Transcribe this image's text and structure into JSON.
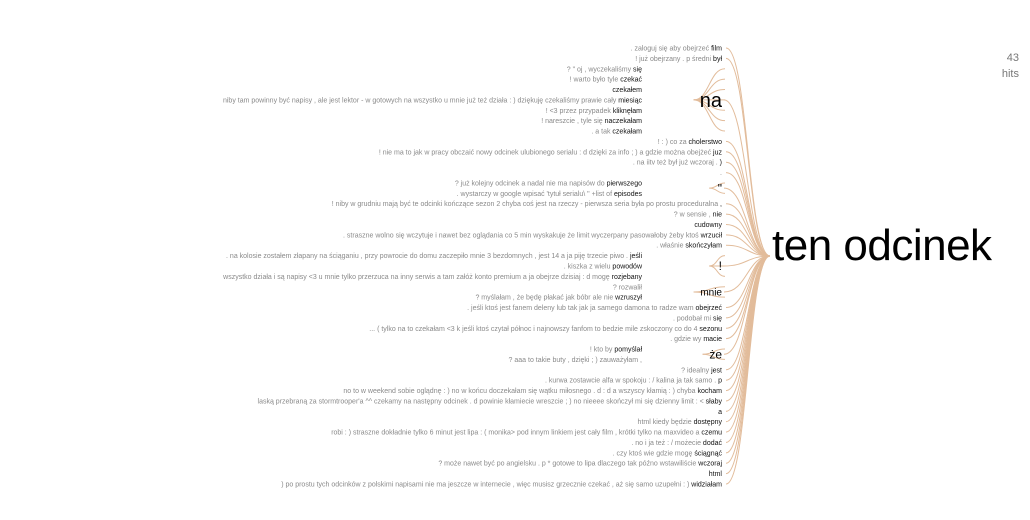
{
  "root": "ten odcinek",
  "hits": {
    "count": "43",
    "label": "hits"
  },
  "colors": {
    "link": "#e2bc9b",
    "root_text": "#000000",
    "context_text": "#8a8a8a",
    "keyword_text": "#111111"
  },
  "branches": [
    {
      "label": "",
      "leaves": [
        {
          "ctx": ". zaloguj się aby obejrzeć",
          "kw": "film"
        }
      ]
    },
    {
      "label": "",
      "leaves": [
        {
          "ctx": "! już obejrzany . p średni",
          "kw": "był"
        }
      ]
    },
    {
      "label": "na",
      "leaves": [
        {
          "ctx": "? \" oj , wyczekaliśmy",
          "kw": "się"
        },
        {
          "ctx": "! warto było tyle",
          "kw": "czekać"
        },
        {
          "ctx": "",
          "kw": "czekałem"
        },
        {
          "ctx": "niby tam powinny być napisy , ale jest lektor - w gotowych na wszystko u mnie już też działa : ) dziękuję czekaliśmy prawie cały",
          "kw": "miesiąc"
        },
        {
          "ctx": "! <3 przez przypadek",
          "kw": "kliknęłam"
        },
        {
          "ctx": "! nareszcie , tyle się",
          "kw": "naczekałam"
        },
        {
          "ctx": ". a tak",
          "kw": "czekałam"
        }
      ]
    },
    {
      "label": "",
      "leaves": [
        {
          "ctx": "! : ) co za",
          "kw": "cholerstwo"
        }
      ]
    },
    {
      "label": "",
      "leaves": [
        {
          "ctx": "! nie ma to jak w pracy obczaić nowy odcinek ulubionego serialu : d dzięki za info ; ) a gdzie można obejżeć",
          "kw": "juz"
        }
      ]
    },
    {
      "label": "",
      "leaves": [
        {
          "ctx": ". na iitv też był już wczoraj .",
          "kw": ")"
        }
      ]
    },
    {
      "label": "",
      "leaves": [
        {
          "ctx": ".",
          "kw": ""
        }
      ]
    },
    {
      "label": "\"",
      "leaves": [
        {
          "ctx": "? już kolejny odcinek a nadal nie ma napisów do",
          "kw": "pierwszego"
        },
        {
          "ctx": ". wystarczy w google wpisać 'tytuł serialu\\ \" +list of",
          "kw": "episodes"
        }
      ]
    },
    {
      "label": "",
      "leaves": [
        {
          "ctx": "! niby w grudniu mają być te odcinki kończące sezon 2 chyba coś jest na rzeczy - pierwsza seria była po prostu proceduralna",
          "kw": ","
        }
      ]
    },
    {
      "label": "",
      "leaves": [
        {
          "ctx": "? w sensie ,",
          "kw": "nie"
        }
      ]
    },
    {
      "label": "",
      "leaves": [
        {
          "ctx": "",
          "kw": "cudowny"
        }
      ]
    },
    {
      "label": "",
      "leaves": [
        {
          "ctx": ". straszne wolno się wczytuje i nawet bez oglądania co 5 min wyskakuje że limit wyczerpany pasowałoby żeby ktoś",
          "kw": "wrzucił"
        }
      ]
    },
    {
      "label": "",
      "leaves": [
        {
          "ctx": ". właśnie",
          "kw": "skończyłam"
        }
      ]
    },
    {
      "label": "!",
      "leaves": [
        {
          "ctx": ". na kolosie zostałem złapany na ściąganiu , przy powrocie do domu zaczepiło mnie 3 bezdomnych , jest 14 a ja piję trzecie piwo .",
          "kw": "jeśli"
        },
        {
          "ctx": ". kiszka z wielu",
          "kw": "powodów"
        },
        {
          "ctx": "wszystko działa i są napisy <3 u mnie tylko przerzuca na inny serwis a tam załóż konto premium a ja obejrze dzisiaj : d mogę",
          "kw": "rozjebany"
        }
      ]
    },
    {
      "label": "mnie",
      "leaves": [
        {
          "ctx": "? rozwalił",
          "kw": ""
        },
        {
          "ctx": "? myślałam , że będę płakać jak bóbr ale nie",
          "kw": "wzruszył"
        }
      ]
    },
    {
      "label": "",
      "leaves": [
        {
          "ctx": ". jeśli ktoś jest fanem deleny lub tak jak ja samego damona to radze wam",
          "kw": "obejrzeć"
        }
      ]
    },
    {
      "label": "",
      "leaves": [
        {
          "ctx": ". podobał mi",
          "kw": "się"
        }
      ]
    },
    {
      "label": "",
      "leaves": [
        {
          "ctx": "... ( tylko na to czekałam <3 k jeśli ktoś czytał północ i najnowszy fanfom to bedzie mile zskoczony co do 4",
          "kw": "sezonu"
        }
      ]
    },
    {
      "label": "",
      "leaves": [
        {
          "ctx": ". gdzie wy",
          "kw": "macie"
        }
      ]
    },
    {
      "label": "że",
      "leaves": [
        {
          "ctx": "! kto by",
          "kw": "pomyślał"
        },
        {
          "ctx": "? aaa to takie buty , dzięki ; ) zauważyłam ,",
          "kw": ""
        }
      ]
    },
    {
      "label": "",
      "leaves": [
        {
          "ctx": "? idealny",
          "kw": "jest"
        }
      ]
    },
    {
      "label": "",
      "leaves": [
        {
          "ctx": ". kurwa zostawcie alfa w spokoju : / kalina ja tak samo .",
          "kw": "p"
        }
      ]
    },
    {
      "label": "",
      "leaves": [
        {
          "ctx": "no to w weekend sobie oglądnę : ) no w końcu doczekałam się wątku miłosnego . d : d a wszyscy kłamią : ) chyba",
          "kw": "kocham"
        }
      ]
    },
    {
      "label": "",
      "leaves": [
        {
          "ctx": "laską przebraną za stormtrooper'a ^^ czekamy na następny odcinek . d powinie kłamiecie wreszcie ; ) no nieeee skończył mi się dzienny limit : <",
          "kw": "słaby"
        }
      ]
    },
    {
      "label": "",
      "leaves": [
        {
          "ctx": "",
          "kw": "a"
        }
      ]
    },
    {
      "label": "",
      "leaves": [
        {
          "ctx": "html kiedy będzie",
          "kw": "dostępny"
        }
      ]
    },
    {
      "label": "",
      "leaves": [
        {
          "ctx": "robi : ) straszne dokładnie tylko 6 minut jest lipa : ( monika> pod innym linkiem jest cały film , krótki tylko na maxvideo a",
          "kw": "czemu"
        }
      ]
    },
    {
      "label": "",
      "leaves": [
        {
          "ctx": ". no i ja też : / możecie",
          "kw": "dodać"
        }
      ]
    },
    {
      "label": "",
      "leaves": [
        {
          "ctx": ". czy ktoś wie gdzie mogę",
          "kw": "ściągnąć"
        }
      ]
    },
    {
      "label": "",
      "leaves": [
        {
          "ctx": "? może nawet być po angielsku . p * gotowe to lipa dlaczego tak późno wstawiliście",
          "kw": "wczoraj"
        }
      ]
    },
    {
      "label": "",
      "leaves": [
        {
          "ctx": "",
          "kw": "html"
        }
      ]
    },
    {
      "label": "",
      "leaves": [
        {
          "ctx": ") po prostu tych odcinków z polskimi napisami nie ma jeszcze w internecie , więc musisz grzecznie czekać , aż się samo uzupełni : )",
          "kw": "widziałam"
        }
      ]
    }
  ]
}
